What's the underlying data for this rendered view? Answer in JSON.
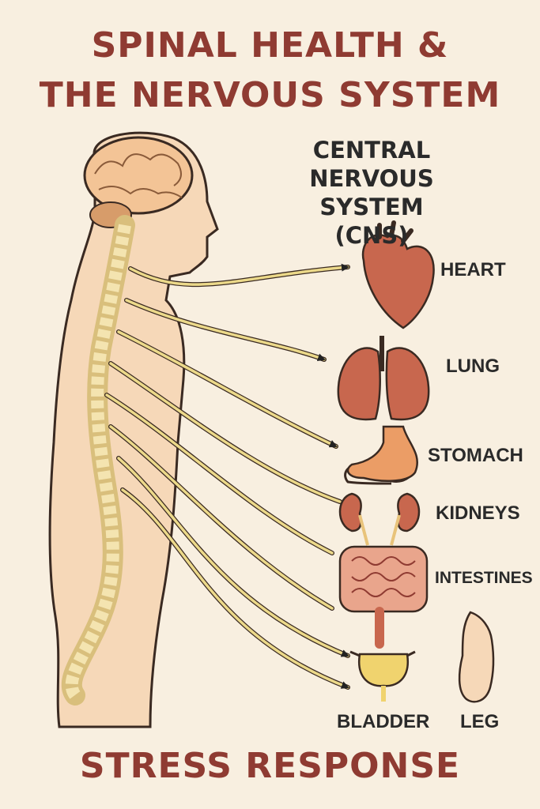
{
  "header": {
    "title_line1": "SPINAL HEALTH &",
    "title_line2": "THE NERVOUS SYSTEM"
  },
  "cns_label": {
    "line1": "CENTRAL",
    "line2": "NERVOUS",
    "line3": "SYSTEM (CNS)"
  },
  "organs": {
    "heart": "HEART",
    "lung": "LUNG",
    "stomach": "STOMACH",
    "kidneys": "KIDNEYS",
    "intestines": "INTESTINES",
    "bladder": "BLADDER",
    "leg": "LEG"
  },
  "footer": {
    "text": "STRESS RESPONSE"
  },
  "colors": {
    "title": "#8f3b32",
    "background": "#f8efe0",
    "skin": "#f6d8b8",
    "nerve": "#ecd98a",
    "organ_red": "#c8674e",
    "stomach": "#eb9d66",
    "bladder": "#f0d36e"
  }
}
